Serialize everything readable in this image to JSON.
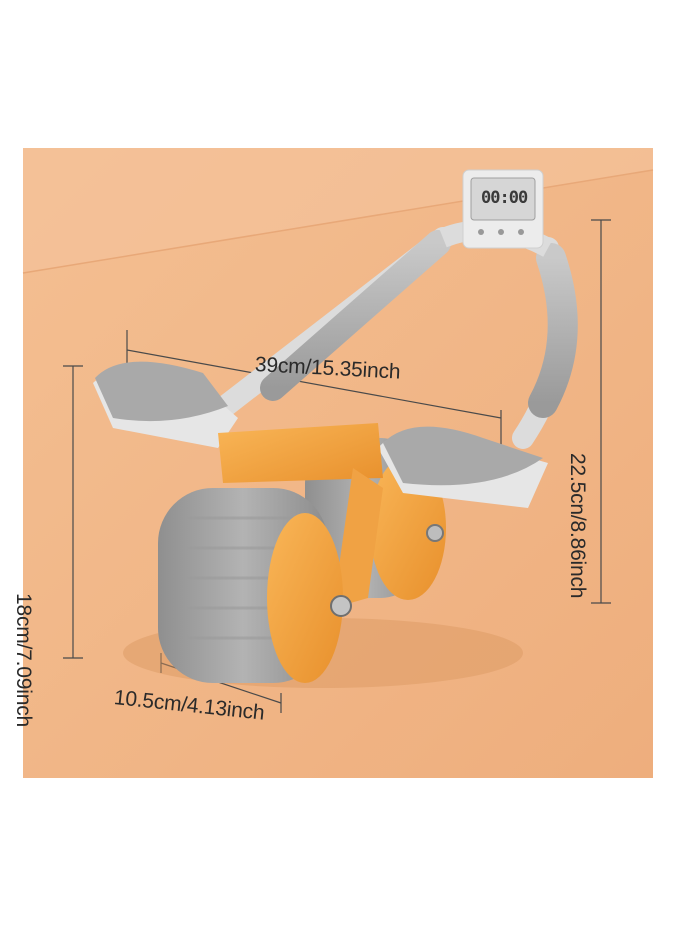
{
  "product": {
    "dimensions": {
      "width": "39cm/15.35inch",
      "height_right": "22.5cn/8.86inch",
      "height_left": "18cm/7.09inch",
      "wheel_depth": "10.5cm/4.13inch"
    },
    "timer_display": "00:00"
  },
  "colors": {
    "background": "#f0b88a",
    "accent_orange": "#f5a441",
    "grey": "#a3a3a3",
    "light_grey": "#d9d9d9"
  }
}
